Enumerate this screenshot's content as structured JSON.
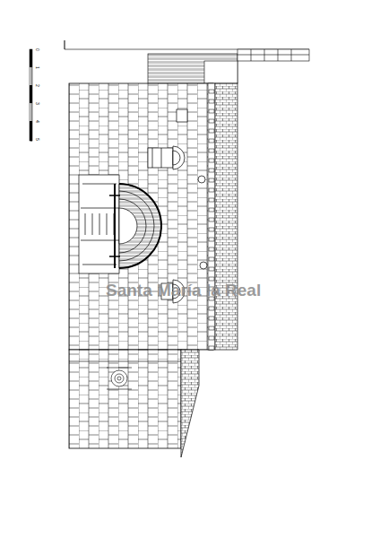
{
  "diagram": {
    "labels": [
      "0",
      "1",
      "2",
      "3",
      "4",
      "5",
      "Santa María la Real"
    ]
  }
}
